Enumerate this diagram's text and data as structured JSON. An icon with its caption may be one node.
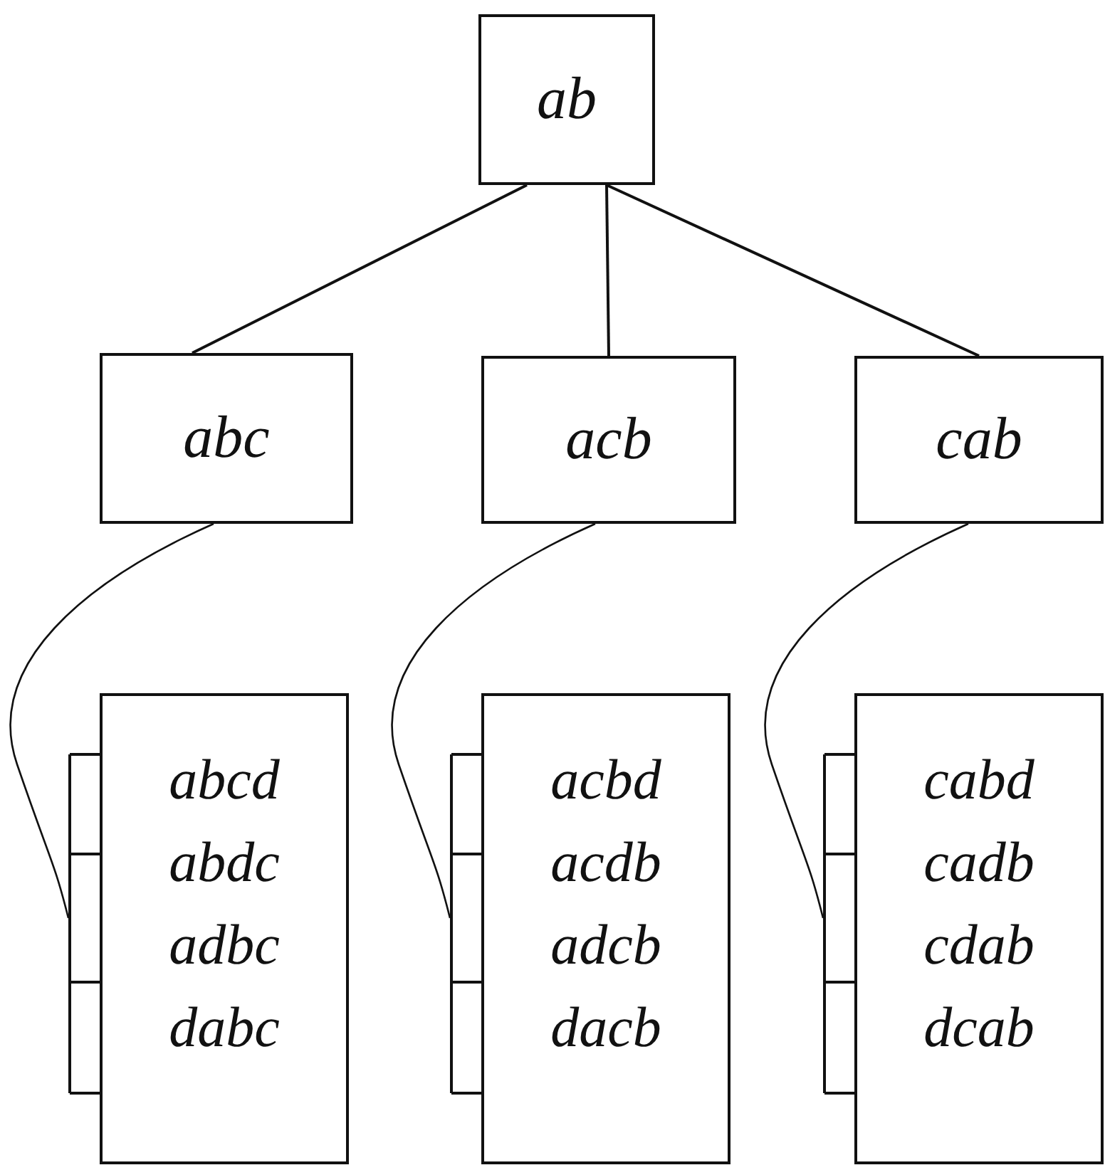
{
  "diagram": {
    "nodes": [
      {
        "text": [
          "ab"
        ]
      },
      {
        "text": [
          "abc"
        ]
      },
      {
        "text": [
          "acb"
        ]
      },
      {
        "text": [
          "cab"
        ]
      },
      {
        "text": [
          "abcd",
          "abdc",
          "adbc",
          "dabc"
        ]
      },
      {
        "text": [
          "acbd",
          "acdb",
          "adcb",
          "dacb"
        ]
      },
      {
        "text": [
          "cabd",
          "cadb",
          "cdab",
          "dcab"
        ]
      }
    ],
    "edges": [
      {
        "from": 0,
        "to": 1,
        "arrow": "none"
      },
      {
        "from": 0,
        "to": 2,
        "arrow": "none"
      },
      {
        "from": 0,
        "to": 3,
        "arrow": "none"
      },
      {
        "from": 1,
        "to": 4,
        "arrow": "none"
      },
      {
        "from": 2,
        "to": 5,
        "arrow": "none"
      },
      {
        "from": 3,
        "to": 6,
        "arrow": "none"
      }
    ]
  }
}
